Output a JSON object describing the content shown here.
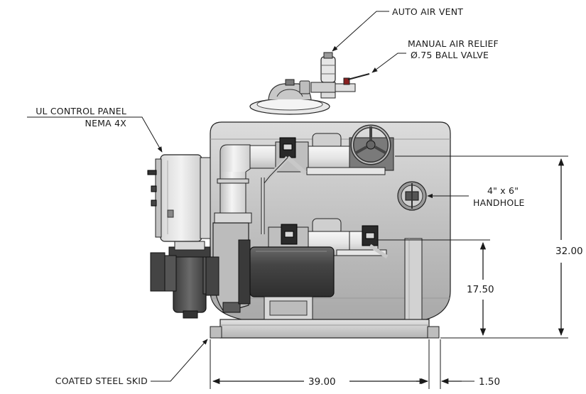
{
  "labels": {
    "auto_air_vent": "AUTO AIR VENT",
    "manual_air_relief_line1": "MANUAL AIR RELIEF",
    "manual_air_relief_line2": "Ø.75 BALL VALVE",
    "ul_control_panel_line1": "UL CONTROL PANEL",
    "ul_control_panel_line2": "NEMA 4X",
    "handhole_line1": "4\" x 6\"",
    "handhole_line2": "HANDHOLE",
    "coated_steel_skid": "COATED STEEL SKID"
  },
  "dimensions": {
    "overall_height": "32.00",
    "pump_height": "17.50",
    "skid_width": "39.00",
    "skid_overhang": "1.50"
  },
  "colors": {
    "tank_body": "#c6c6c6",
    "pipe_white": "#ececec",
    "motor_dark": "#4a4a4a",
    "valve_black": "#2a2a2a",
    "skid_gray": "#cfcfcf",
    "line": "#1a1a1a"
  }
}
